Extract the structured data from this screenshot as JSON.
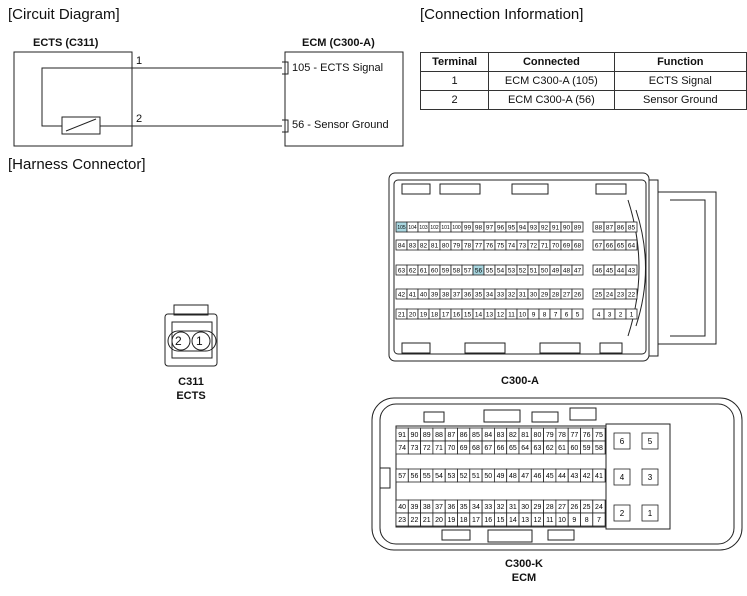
{
  "sections": {
    "circuit": "[Circuit Diagram]",
    "connection": "[Connection Information]",
    "harness": "[Harness Connector]"
  },
  "circuit": {
    "sensor_title": "ECTS (C311)",
    "ecm_title": "ECM (C300-A)",
    "pin1": "1",
    "pin2": "2",
    "signal_label": "105 - ECTS Signal",
    "ground_label": "56 - Sensor Ground"
  },
  "table": {
    "headers": [
      "Terminal",
      "Connected",
      "Function"
    ],
    "rows": [
      [
        "1",
        "ECM C300-A (105)",
        "ECTS Signal"
      ],
      [
        "2",
        "ECM C300-A (56)",
        "Sensor Ground"
      ]
    ]
  },
  "c311": {
    "pins": [
      "2",
      "1"
    ],
    "label1": "C311",
    "label2": "ECTS"
  },
  "c300a": {
    "label": "C300-A",
    "rows": [
      [
        "105",
        "104",
        "103",
        "102",
        "101",
        "100",
        "99",
        "98",
        "97",
        "96",
        "95",
        "94",
        "93",
        "92",
        "91",
        "90",
        "89"
      ],
      [
        "84",
        "83",
        "82",
        "81",
        "80",
        "79",
        "78",
        "77",
        "76",
        "75",
        "74",
        "73",
        "72",
        "71",
        "70",
        "69",
        "68"
      ],
      [
        "63",
        "62",
        "61",
        "60",
        "59",
        "58",
        "57",
        "56",
        "55",
        "54",
        "53",
        "52",
        "51",
        "50",
        "49",
        "48",
        "47"
      ],
      [
        "42",
        "41",
        "40",
        "39",
        "38",
        "37",
        "36",
        "35",
        "34",
        "33",
        "32",
        "31",
        "30",
        "29",
        "28",
        "27",
        "26"
      ],
      [
        "21",
        "20",
        "19",
        "18",
        "17",
        "16",
        "15",
        "14",
        "13",
        "12",
        "11",
        "10",
        "9",
        "8",
        "7",
        "6",
        "5"
      ]
    ],
    "side_rows": [
      [
        "88",
        "87",
        "86",
        "85"
      ],
      [
        "67",
        "66",
        "65",
        "64"
      ],
      [
        "46",
        "45",
        "44",
        "43"
      ],
      [
        "25",
        "24",
        "23",
        "22"
      ],
      [
        "4",
        "3",
        "2",
        "1"
      ]
    ],
    "highlight": [
      "105",
      "56"
    ],
    "highlight_color": "#a9d7e0"
  },
  "c300k": {
    "label1": "C300-K",
    "label2": "ECM",
    "rows": [
      [
        "91",
        "90",
        "89",
        "88",
        "87",
        "86",
        "85",
        "84",
        "83",
        "82",
        "81",
        "80",
        "79",
        "78",
        "77",
        "76",
        "75"
      ],
      [
        "74",
        "73",
        "72",
        "71",
        "70",
        "69",
        "68",
        "67",
        "66",
        "65",
        "64",
        "63",
        "62",
        "61",
        "60",
        "59",
        "58"
      ],
      [
        "57",
        "56",
        "55",
        "54",
        "53",
        "52",
        "51",
        "50",
        "49",
        "48",
        "47",
        "46",
        "45",
        "44",
        "43",
        "42",
        "41"
      ],
      [
        "40",
        "39",
        "38",
        "37",
        "36",
        "35",
        "34",
        "33",
        "32",
        "31",
        "30",
        "29",
        "28",
        "27",
        "26",
        "25",
        "24"
      ],
      [
        "23",
        "22",
        "21",
        "20",
        "19",
        "18",
        "17",
        "16",
        "15",
        "14",
        "13",
        "12",
        "11",
        "10",
        "9",
        "8",
        "7"
      ]
    ],
    "big_pins": [
      [
        "6",
        "5"
      ],
      [
        "4",
        "3"
      ],
      [
        "2",
        "1"
      ]
    ]
  }
}
